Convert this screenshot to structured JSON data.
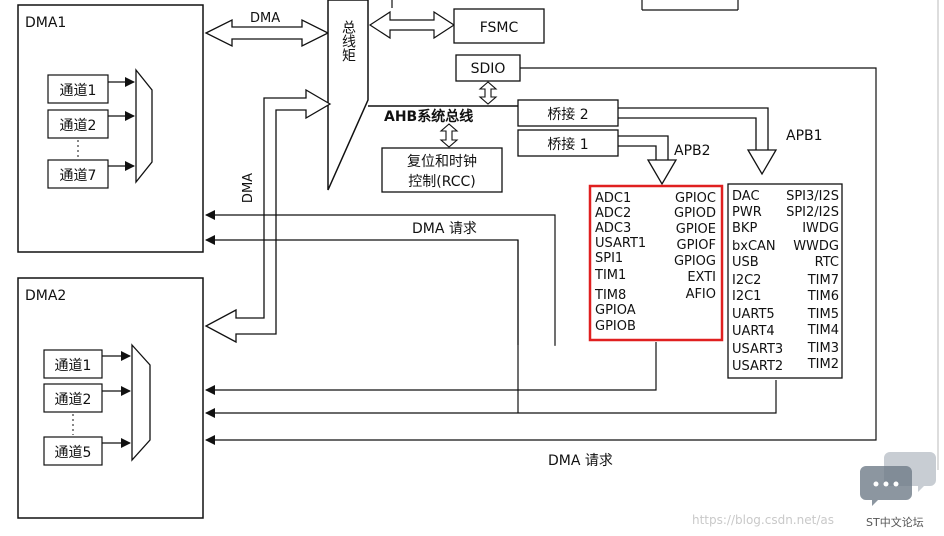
{
  "dma1": {
    "title": "DMA1",
    "channels": [
      "通道1",
      "通道2",
      "通道7"
    ]
  },
  "dma2": {
    "title": "DMA2",
    "channels": [
      "通道1",
      "通道2",
      "通道5"
    ]
  },
  "labels": {
    "dma_top": "DMA",
    "dma_vertical": "DMA",
    "bus_matrix": "总线矩",
    "fsmc": "FSMC",
    "sdio": "SDIO",
    "ahb_bus": "AHB系统总线",
    "bridge2": "桥接 2",
    "bridge1": "桥接 1",
    "apb2": "APB2",
    "apb1": "APB1",
    "reset_clock_1": "复位和时钟",
    "reset_clock_2": "控制(RCC)",
    "dma_request_1": "DMA 请求",
    "dma_request_2": "DMA 请求"
  },
  "apb2_peripherals": {
    "left": [
      "ADC1",
      "ADC2",
      "ADC3",
      "USART1",
      "SPI1",
      "TIM1",
      "TIM8",
      "GPIOA",
      "GPIOB"
    ],
    "right": [
      "GPIOC",
      "GPIOD",
      "GPIOE",
      "GPIOF",
      "GPIOG",
      "EXTI",
      "AFIO"
    ]
  },
  "apb1_peripherals": {
    "left": [
      "DAC",
      "PWR",
      "BKP",
      "bxCAN",
      "USB",
      "I2C2",
      "I2C1",
      "UART5",
      "UART4",
      "USART3",
      "USART2"
    ],
    "right": [
      "SPI3/I2S",
      "SPI2/I2S",
      "IWDG",
      "WWDG",
      "RTC",
      "TIM7",
      "TIM6",
      "TIM5",
      "TIM4",
      "TIM3",
      "TIM2"
    ]
  },
  "watermark": {
    "url": "https://blog.csdn.net/as",
    "forum": "ST中文论坛"
  },
  "colors": {
    "highlight": "#e02020",
    "line": "#111111"
  }
}
